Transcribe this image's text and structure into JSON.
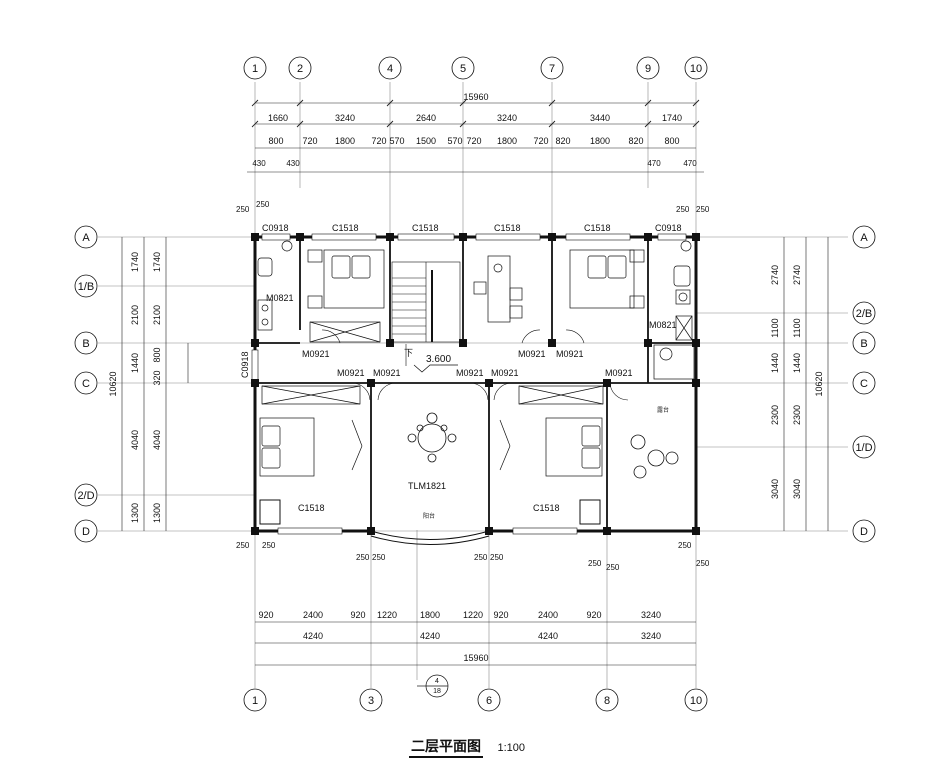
{
  "grid": {
    "top": [
      "1",
      "2",
      "4",
      "5",
      "7",
      "9",
      "10"
    ],
    "bottom": [
      "1",
      "3",
      "6",
      "8",
      "10"
    ],
    "left": [
      "A",
      "1/B",
      "B",
      "C",
      "2/D",
      "D"
    ],
    "right": [
      "A",
      "2/B",
      "B",
      "C",
      "1/D",
      "D"
    ]
  },
  "dims": {
    "top_total": "15960",
    "top_row1": [
      "1660",
      "3240",
      "2640",
      "3240",
      "3440",
      "1740"
    ],
    "top_row2": [
      "800",
      "720",
      "1800",
      "720",
      "570",
      "1500",
      "570",
      "720",
      "1800",
      "720",
      "820",
      "1800",
      "820",
      "800"
    ],
    "top_row3": [
      "430",
      "430",
      "470",
      "470"
    ],
    "bottom_row1": [
      "920",
      "2400",
      "920",
      "1220",
      "1800",
      "1220",
      "920",
      "2400",
      "920",
      "3240"
    ],
    "bottom_row2": [
      "4240",
      "4240",
      "4240",
      "3240"
    ],
    "bottom_total": "15960",
    "left_outer": [
      "1740",
      "2100",
      "1440",
      "4040",
      "1300"
    ],
    "left_inner": [
      "1740",
      "2100",
      "800",
      "320",
      "4040",
      "1300"
    ],
    "left_total": "10620",
    "right_outer": [
      "2740",
      "1100",
      "1440",
      "2300",
      "3040"
    ],
    "right_inner": [
      "2740",
      "1100",
      "1440",
      "2300",
      "3040"
    ],
    "right_total": "10620",
    "column_offset": "250"
  },
  "labels": {
    "windows": [
      "C0918",
      "C1518",
      "C1518",
      "C1518",
      "C1518",
      "C0918",
      "C0918",
      "C1518",
      "C1518"
    ],
    "doors": [
      "M0821",
      "M0821",
      "M0921",
      "M0921",
      "M0921",
      "M0921",
      "M0921",
      "M0921",
      "M0921",
      "M0921"
    ],
    "tlm": "TLM1821",
    "level": "3.600",
    "down": "下",
    "balcony": "阳台",
    "balcony2": "露台",
    "detail_top": "4",
    "detail_bottom": "18"
  },
  "title": "二层平面图",
  "scale": "1:100"
}
